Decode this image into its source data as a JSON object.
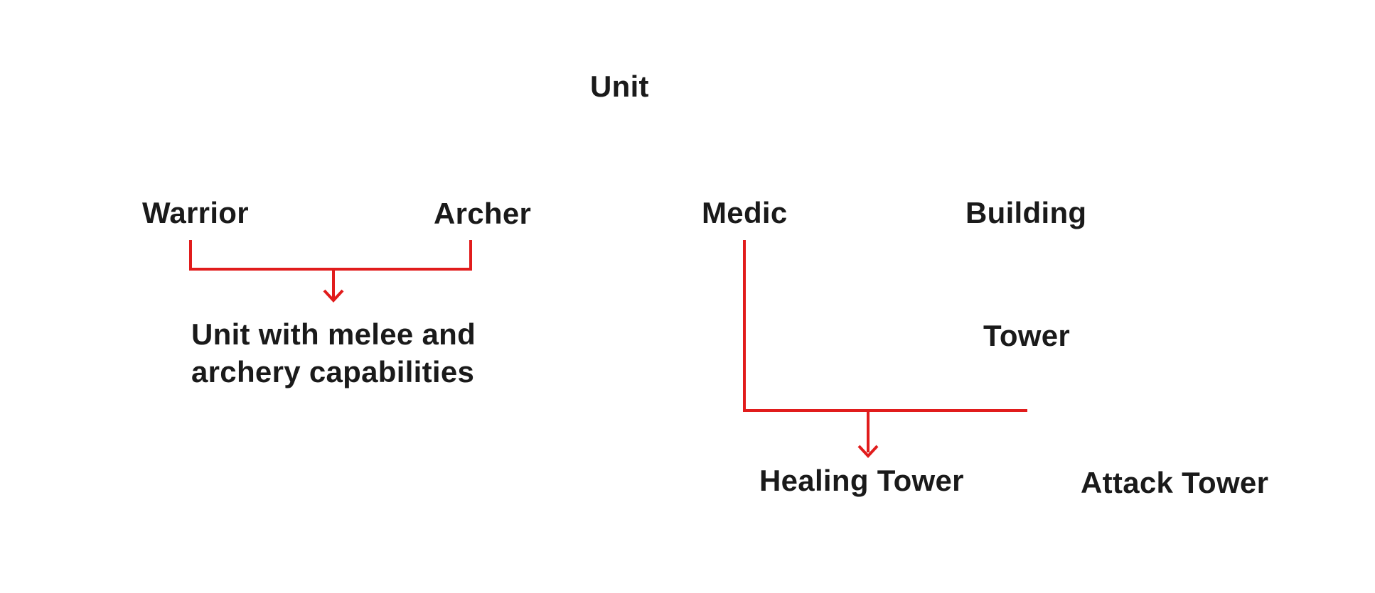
{
  "colors": {
    "connector": "#e11c1c",
    "text": "#1a1a1a",
    "background": "#ffffff"
  },
  "diagram": {
    "title": "Unit",
    "nodes": {
      "warrior": "Warrior",
      "archer": "Archer",
      "medic": "Medic",
      "building": "Building",
      "tower": "Tower",
      "healing_tower": "Healing Tower",
      "attack_tower": "Attack Tower"
    },
    "annotation": {
      "line1": "Unit with melee and",
      "line2": "archery capabilities"
    },
    "connectors": [
      {
        "name": "warrior-archer-bracket",
        "type": "bracket-with-down-arrow",
        "from": [
          "Warrior",
          "Archer"
        ],
        "to": "Unit with melee and archery capabilities"
      },
      {
        "name": "medic-tower-elbow",
        "type": "elbow-with-down-arrow",
        "from": "Medic",
        "to": "Healing Tower"
      }
    ]
  }
}
